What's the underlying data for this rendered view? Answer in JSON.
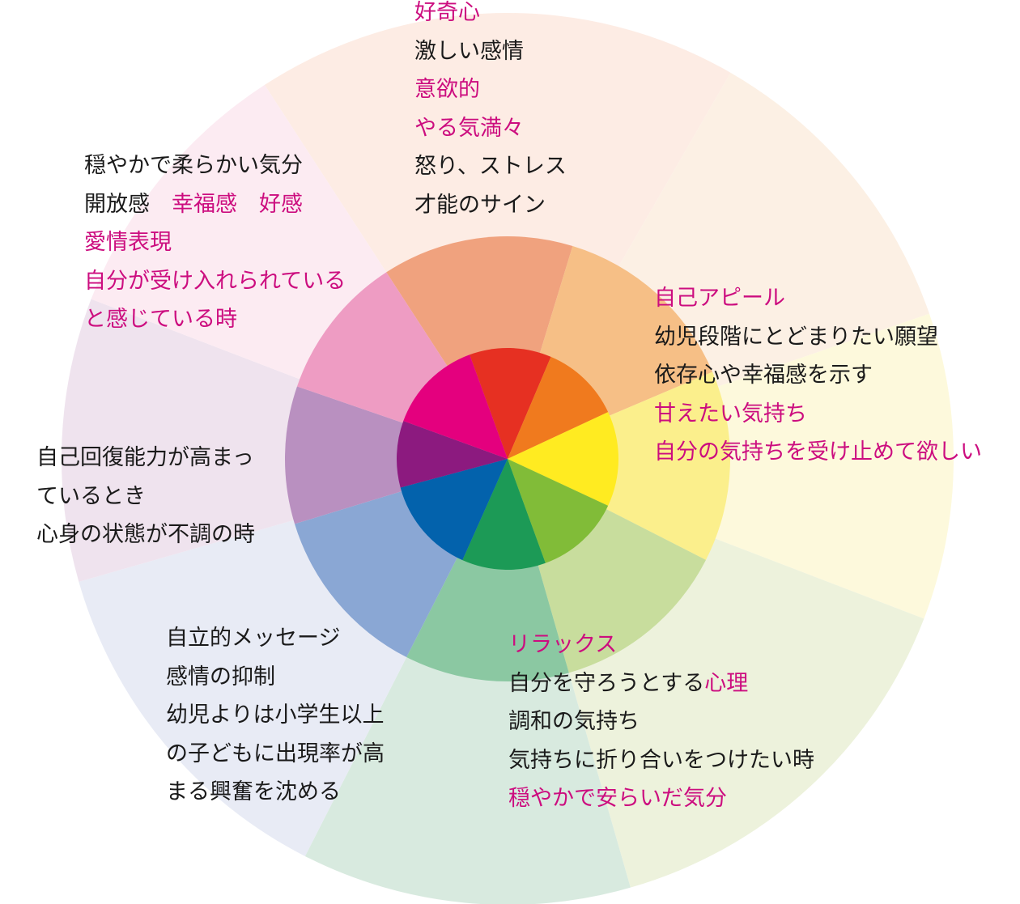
{
  "colors": {
    "outer": [
      "#fdece4",
      "#fcf0e4",
      "#fdf9dc",
      "#edf2dc",
      "#d8eadf",
      "#e8ebf5",
      "#efe3ee",
      "#fcebf2"
    ],
    "middle": [
      "#f0a27e",
      "#f6bf86",
      "#fbef8c",
      "#c8dd9d",
      "#8bc8a2",
      "#8aa7d4",
      "#b990c0",
      "#ee9cc3"
    ],
    "inner": [
      "#e63022",
      "#f07a1e",
      "#ffeb21",
      "#81bc38",
      "#1c9a56",
      "#0362ac",
      "#8c1a7f",
      "#e4007e"
    ],
    "highlight_text": "#cc0d7f",
    "normal_text": "#1a1a1a"
  },
  "sections": [
    {
      "id": "red",
      "lines": [
        [
          {
            "text": "好奇心",
            "hl": true
          }
        ],
        [
          {
            "text": "激しい感情",
            "hl": false
          }
        ],
        [
          {
            "text": "意欲的",
            "hl": true
          }
        ],
        [
          {
            "text": "やる気満々",
            "hl": true
          }
        ],
        [
          {
            "text": "怒り、ストレス",
            "hl": false
          }
        ],
        [
          {
            "text": "才能のサイン",
            "hl": false
          }
        ]
      ]
    },
    {
      "id": "yellow",
      "lines": [
        [
          {
            "text": "自己アピール",
            "hl": true
          }
        ],
        [
          {
            "text": "幼児段階にとどまりたい願望",
            "hl": false
          }
        ],
        [
          {
            "text": "依存心や幸福感を示す",
            "hl": false
          }
        ],
        [
          {
            "text": "甘えたい気持ち",
            "hl": true
          }
        ],
        [
          {
            "text": "自分の気持ちを受け止めて欲しい",
            "hl": true
          }
        ]
      ]
    },
    {
      "id": "green",
      "lines": [
        [
          {
            "text": "リラックス",
            "hl": true
          }
        ],
        [
          {
            "text": "自分を守ろうとする",
            "hl": false
          },
          {
            "text": "心理",
            "hl": true
          }
        ],
        [
          {
            "text": "調和の気持ち",
            "hl": false
          }
        ],
        [
          {
            "text": "気持ちに折り合いをつけたい時",
            "hl": false
          }
        ],
        [
          {
            "text": "穏やかで安らいだ気分",
            "hl": true
          }
        ]
      ]
    },
    {
      "id": "blue",
      "lines": [
        [
          {
            "text": "自立的メッセージ",
            "hl": false
          }
        ],
        [
          {
            "text": "感情の抑制",
            "hl": false
          }
        ],
        [
          {
            "text": "幼児よりは小学生以上",
            "hl": false
          }
        ],
        [
          {
            "text": "の子どもに出現率が高",
            "hl": false
          }
        ],
        [
          {
            "text": "まる興奮を沈める",
            "hl": false
          }
        ]
      ]
    },
    {
      "id": "purple",
      "lines": [
        [
          {
            "text": "自己回復能力が高まっ",
            "hl": false
          }
        ],
        [
          {
            "text": "ているとき",
            "hl": false
          }
        ],
        [
          {
            "text": "心身の状態が不調の時",
            "hl": false
          }
        ]
      ]
    },
    {
      "id": "pink",
      "lines": [
        [
          {
            "text": "穏やかで柔らかい気分",
            "hl": false
          }
        ],
        [
          {
            "text": "開放感　",
            "hl": false
          },
          {
            "text": "幸福感　好感",
            "hl": true
          }
        ],
        [
          {
            "text": "愛情表現",
            "hl": true
          }
        ],
        [
          {
            "text": "自分が受け入れられている",
            "hl": true
          }
        ],
        [
          {
            "text": "と感じている時",
            "hl": true
          }
        ]
      ]
    }
  ]
}
